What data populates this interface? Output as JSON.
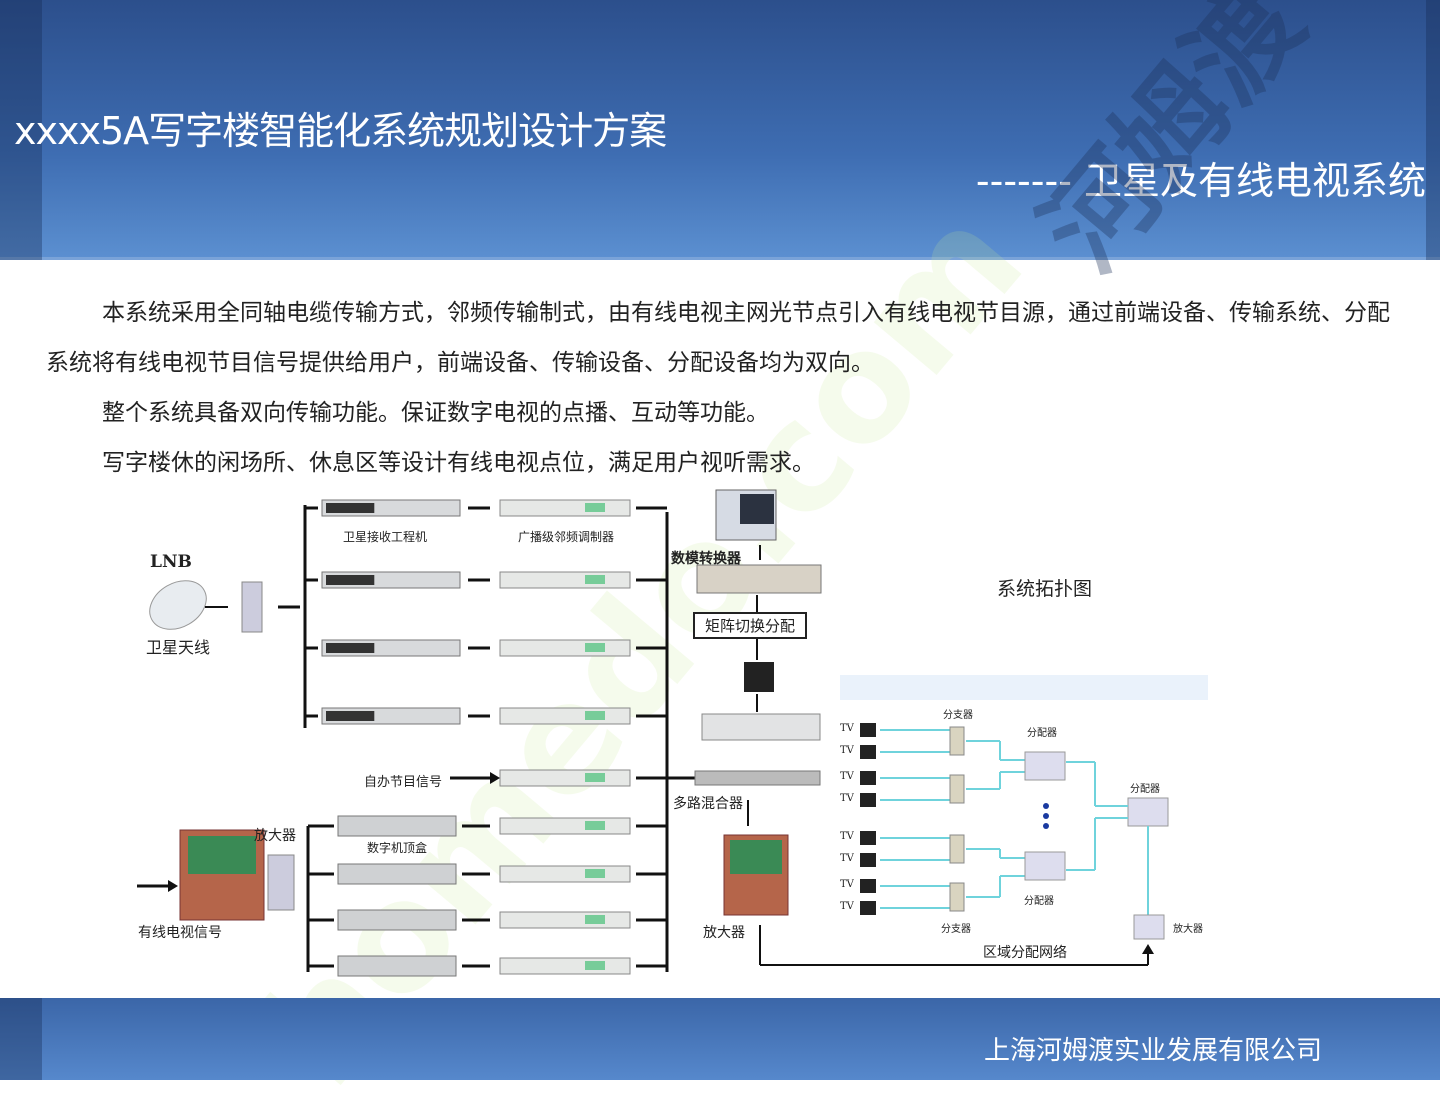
{
  "header": {
    "title": "xxxx5A写字楼智能化系统规划设计方案",
    "subtitle": "------- 卫星及有线电视系统"
  },
  "body": {
    "paragraphs": [
      "本系统采用全同轴电缆传输方式，邻频传输制式，由有线电视主网光节点引入有线电视节目源，通过前端设备、传输系统、分配系统将有线电视节目信号提供给用户，前端设备、传输设备、分配设备均为双向。",
      "整个系统具备双向传输功能。保证数字电视的点播、互动等功能。",
      "写字楼休的闲场所、休息区等设计有线电视点位，满足用户视听需求。"
    ]
  },
  "diagram": {
    "lnb": "LNB",
    "antenna": "卫星天线",
    "receiver": "卫星接收工程机",
    "modulator": "广播级邻频调制器",
    "dac": "数模转换器",
    "matrix": "矩阵切换分配",
    "self_signal": "自办节目信号",
    "mixer": "多路混合器",
    "amplifier_left": "放大器",
    "stb": "数字机顶盒",
    "cable_signal": "有线电视信号",
    "amplifier_mid": "放大器",
    "topology_title": "系统拓扑图",
    "tap_top": "分支器",
    "tap_bottom": "分支器",
    "splitter_top": "分配器",
    "splitter_bottom": "分配器",
    "splitter_right": "分配器",
    "amplifier_right": "放大器",
    "region": "区域分配网络",
    "tv": "TV"
  },
  "footer": {
    "company": "上海河姆渡实业发展有限公司"
  },
  "watermark": {
    "text_cn": "河姆渡",
    "text_url": "homedo.com"
  },
  "colors": {
    "header": "#3e6db2",
    "cable": "#6fd3dc"
  }
}
